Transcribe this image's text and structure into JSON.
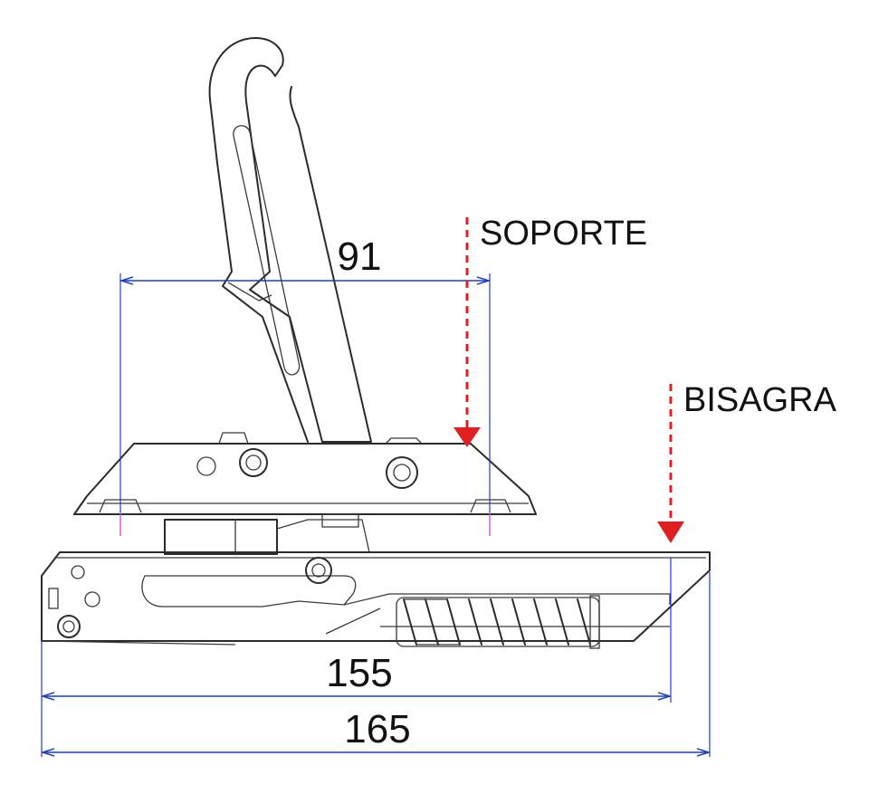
{
  "dimensions": {
    "d91": "91",
    "d155": "155",
    "d165": "165"
  },
  "callouts": {
    "soporte": "SOPORTE",
    "bisagra": "BISAGRA"
  },
  "colors": {
    "dimension_line": "#1f3fbf",
    "arrow": "#e02020",
    "extension_accent": "#d24bd2",
    "part_outline": "#2b2b2b"
  }
}
